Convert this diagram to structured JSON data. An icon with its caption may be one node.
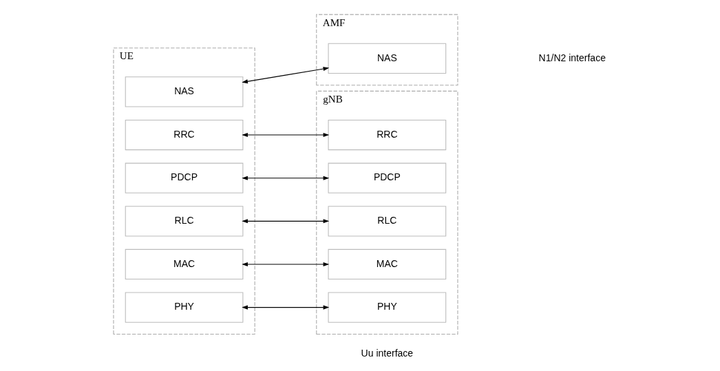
{
  "diagram": {
    "nodes": [
      {
        "text": [
          "UE"
        ]
      },
      {
        "text": [
          "NAS"
        ],
        "in": 0
      },
      {
        "text": [
          "RRC"
        ],
        "in": 0
      },
      {
        "text": [
          "PDCP"
        ],
        "in": 0
      },
      {
        "text": [
          "RLC"
        ],
        "in": 0
      },
      {
        "text": [
          "MAC"
        ],
        "in": 0
      },
      {
        "text": [
          "PHY"
        ],
        "in": 0
      },
      {
        "text": [
          "gNB"
        ]
      },
      {
        "text": [
          "RRC"
        ],
        "in": 7
      },
      {
        "text": [
          "PDCP"
        ],
        "in": 7
      },
      {
        "text": [
          "RLC"
        ],
        "in": 7
      },
      {
        "text": [
          "MAC"
        ],
        "in": 7
      },
      {
        "text": [
          "PHY"
        ],
        "in": 7
      },
      {
        "text": [
          "AMF"
        ]
      },
      {
        "text": [
          "NAS"
        ],
        "in": 13
      }
    ],
    "edges": [
      {
        "from": 1,
        "to": 14,
        "arrow": "both"
      },
      {
        "from": 2,
        "to": 8,
        "arrow": "both"
      },
      {
        "from": 3,
        "to": 9,
        "arrow": "both"
      },
      {
        "from": 4,
        "to": 10,
        "arrow": "both"
      },
      {
        "from": 5,
        "to": 11,
        "arrow": "both"
      },
      {
        "from": 6,
        "to": 12,
        "arrow": "both"
      }
    ],
    "labels": [
      "Uu interface",
      "N1/N2 interface"
    ]
  }
}
